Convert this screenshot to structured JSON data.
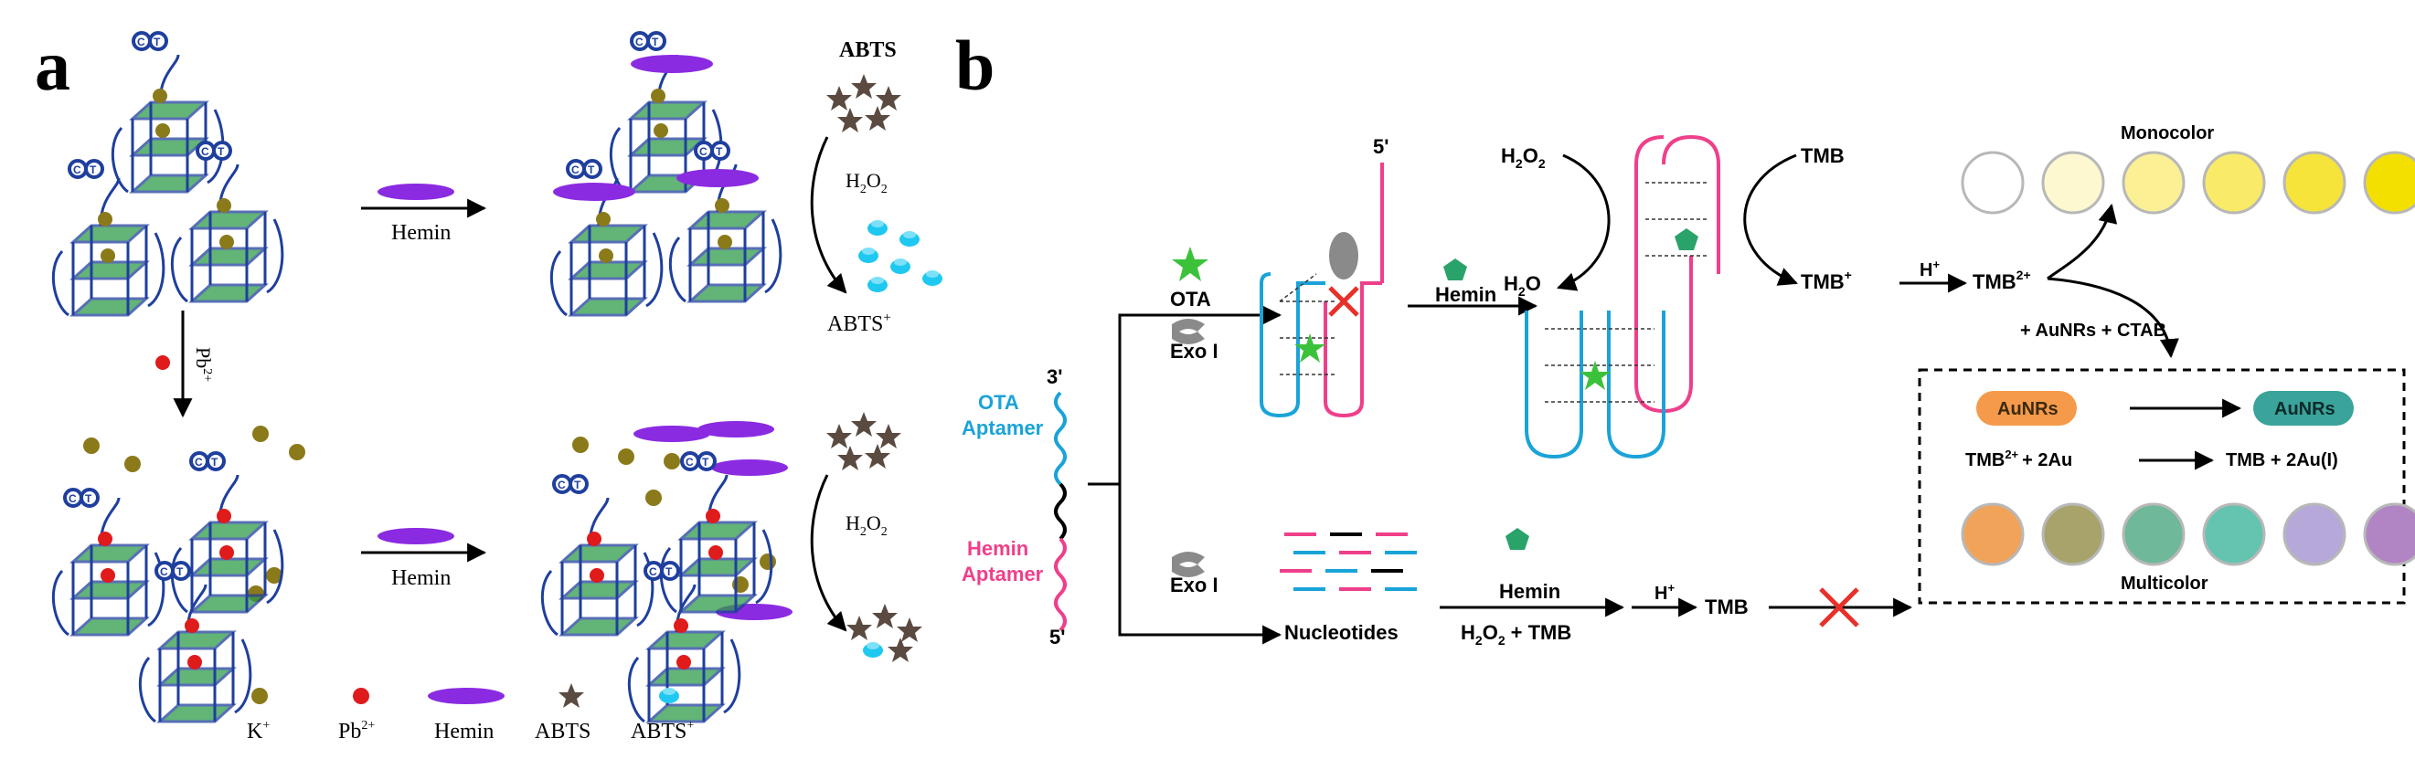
{
  "panel_a": {
    "label": "a",
    "hemin_top": "Hemin",
    "hemin_bottom": "Hemin",
    "pb_label": "Pb",
    "pb_sup": "2+",
    "abts_top": "ABTS",
    "h2o2_top": "H",
    "h2o2_top_o": "O",
    "h2o2_sub": "2",
    "abts_plus_top": "ABTS",
    "abts_plus_sup": "+",
    "h2o2_bottom": "H",
    "h2o2_bottom_o": "O",
    "legend": {
      "k": "K",
      "k_sup": "+",
      "pb": "Pb",
      "pb_sup": "2+",
      "hemin": "Hemin",
      "abts": "ABTS",
      "abts_plus": "ABTS",
      "abts_plus_sup": "+"
    },
    "colors": {
      "g4_frame": "#1f3f9e",
      "g4_plane": "#2e9b4a",
      "k_ion": "#8a7a1a",
      "pb_ion": "#e01b1b",
      "hemin": "#8a2be2",
      "abts": "#5a4a40",
      "abts_plus": "#1fc8f0"
    }
  },
  "panel_b": {
    "label": "b",
    "five_prime_top": "5'",
    "three_prime": "3'",
    "five_prime_bottom": "5'",
    "ota_aptamer_1": "OTA",
    "ota_aptamer_2": "Aptamer",
    "hemin_aptamer_1": "Hemin",
    "hemin_aptamer_2": "Aptamer",
    "ota": "OTA",
    "exo_top": "Exo I",
    "exo_bottom": "Exo I",
    "hemin_mid": "Hemin",
    "h2o2": "H",
    "h2o2_rest": "O",
    "h2o": "H",
    "h2o_rest": "O",
    "tmb_top": "TMB",
    "tmb_plus": "TMB",
    "tmb_plus_sup": "+",
    "h_plus": "H",
    "h_plus_sup": "+",
    "tmb2": "TMB",
    "tmb2_sup": "2+",
    "monocolor": "Monocolor",
    "aunrs_ctab": "+ AuNRs + CTAB",
    "aunrs_left": "AuNRs",
    "aunrs_right": "AuNRs",
    "equation_left": "TMB",
    "equation_left_sup": "2+",
    "equation_left_rest": "+ 2Au",
    "equation_right": "TMB + 2Au(I)",
    "multicolor": "Multicolor",
    "nucleotides": "Nucleotides",
    "hemin_bottom": "Hemin",
    "h2o2_tmb_h": "H",
    "h2o2_tmb_o": "O",
    "h2o2_tmb_rest": "+ TMB",
    "h_plus_bottom": "H",
    "h_plus_bottom_sup": "+",
    "tmb_bottom": "TMB",
    "monocolor_colors": [
      "#ffffff",
      "#fdf8d0",
      "#fbf094",
      "#f9eb68",
      "#f6e43a",
      "#f4e000"
    ],
    "multicolor_colors": [
      "#f2a35a",
      "#a7a36a",
      "#6fb89a",
      "#64c4b0",
      "#b6a8d8",
      "#b184c4"
    ],
    "colors": {
      "ota_strand": "#1aa3d8",
      "hemin_strand": "#ef3f8a",
      "aunrs_left": "#f59a4a",
      "aunrs_right": "#3aa39a",
      "red_x": "#e8302a",
      "ota_star": "#3cc23a",
      "hemin_pentagon": "#2aa36a"
    }
  }
}
